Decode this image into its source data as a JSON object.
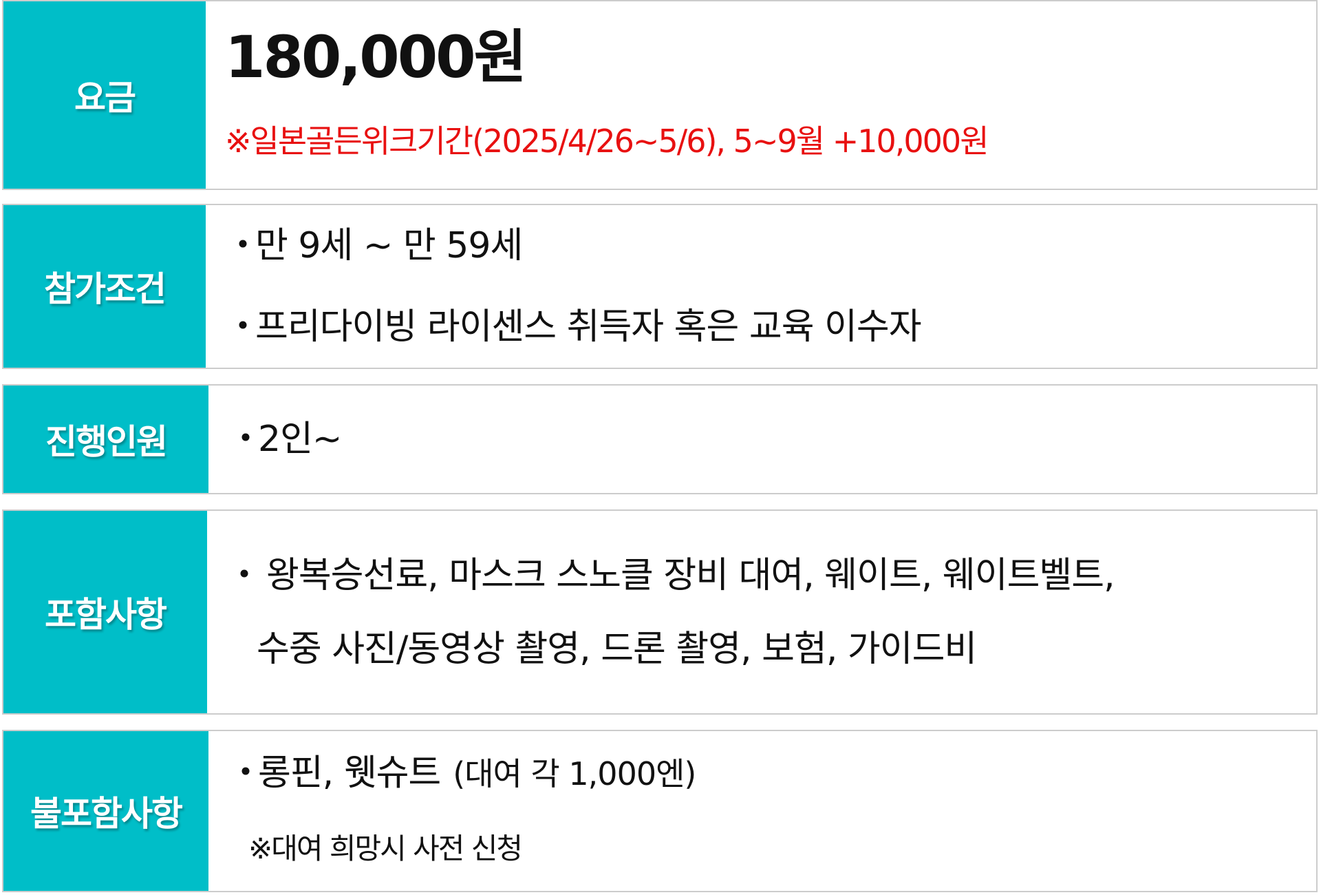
{
  "fee": {
    "label": "요금",
    "price": "180,000원",
    "note": "※일본골든위크기간(2025/4/26~5/6), 5~9월 +10,000원",
    "note_color": "#e81010"
  },
  "eligibility": {
    "label": "참가조건",
    "bullet": "・",
    "items": [
      "만 9세 ~ 만 59세",
      "프리다이빙 라이센스 취득자 혹은 교육 이수자"
    ]
  },
  "group_size": {
    "label": "진행인원",
    "bullet": "・",
    "items": [
      "2인~"
    ]
  },
  "included": {
    "label": "포함사항",
    "bullet": "・",
    "line1": "왕복승선료, 마스크 스노클 장비 대여, 웨이트, 웨이트벨트,",
    "line2": "수중 사진/동영상 촬영, 드론 촬영, 보험, 가이드비"
  },
  "excluded": {
    "label": "불포함사항",
    "bullet": "・",
    "item": "롱핀, 웻슈트",
    "item_detail": "(대여 각 1,000엔)",
    "note": "※대여 희망시 사전 신청"
  },
  "colors": {
    "label_bg": "#00bec8",
    "label_text": "#ffffff",
    "border": "#cccccc"
  }
}
